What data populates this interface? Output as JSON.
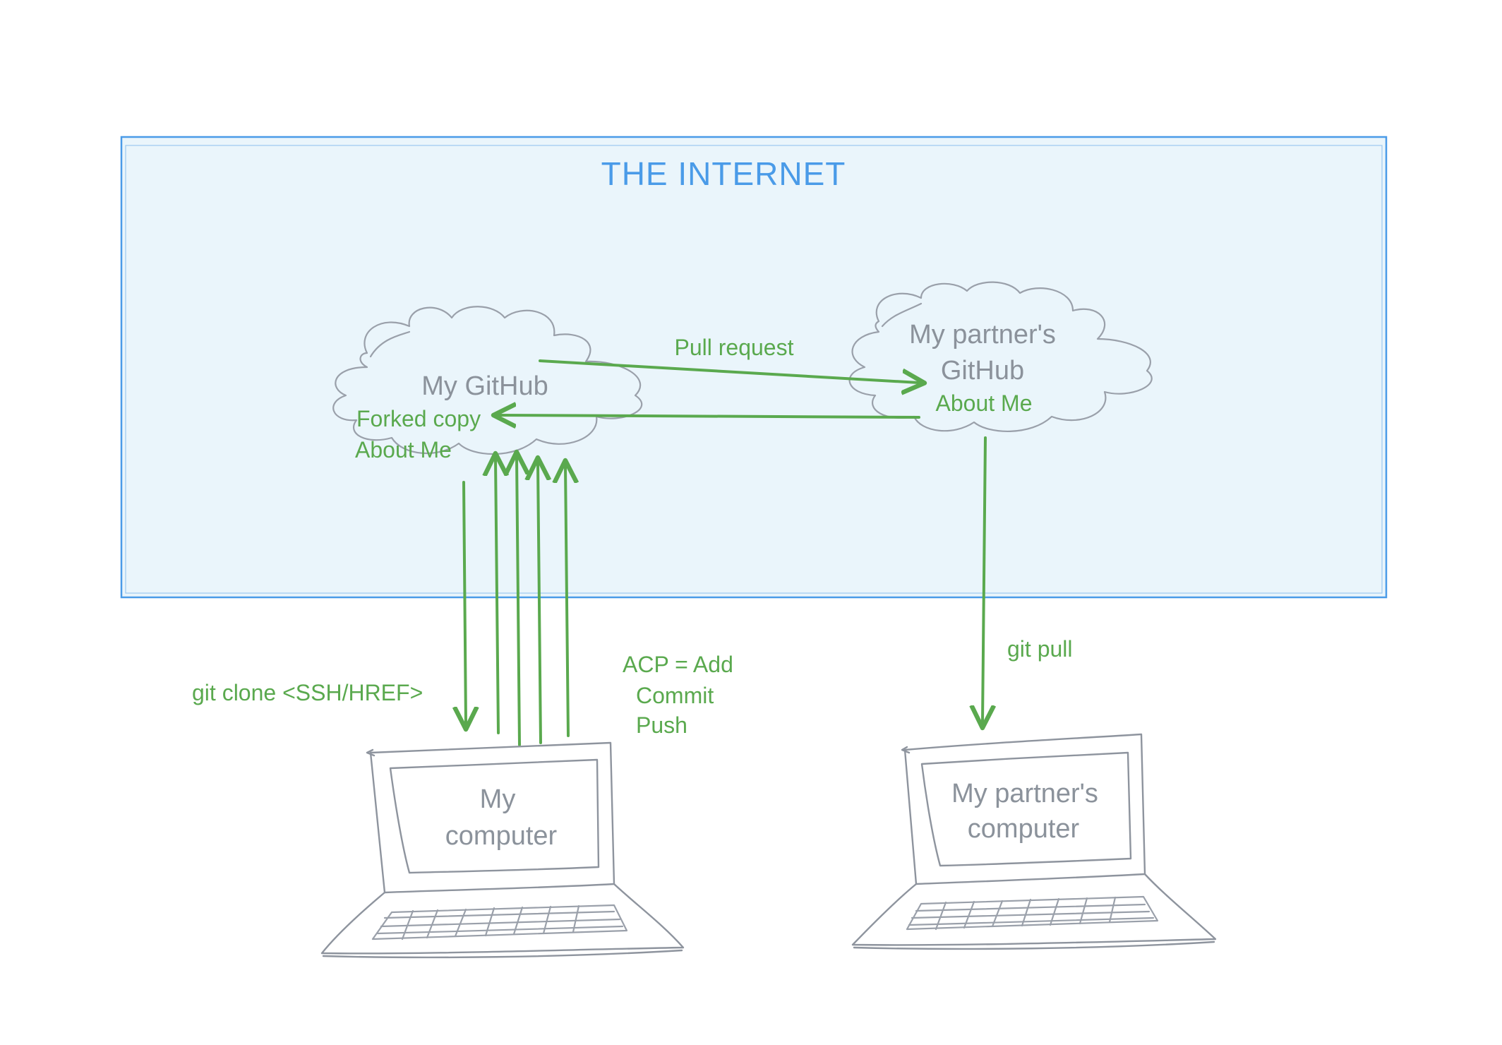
{
  "internet": {
    "title": "THE INTERNET",
    "fill_color": "#eaf5fb",
    "border_color": "#4a9be8"
  },
  "clouds": {
    "my_github": {
      "label": "My GitHub",
      "sub1": "Forked copy",
      "sub2": "About Me"
    },
    "partner_github": {
      "line1": "My partner's",
      "line2": "GitHub",
      "sub": "About Me"
    }
  },
  "computers": {
    "mine": {
      "line1": "My",
      "line2": "computer"
    },
    "partner": {
      "line1": "My partner's",
      "line2": "computer"
    }
  },
  "edges": {
    "pull_request": "Pull request",
    "git_clone": "git clone <SSH/HREF>",
    "acp_1": "ACP = Add",
    "acp_2": "Commit",
    "acp_3": "Push",
    "git_pull": "git pull"
  },
  "colors": {
    "arrow": "#5aa94e",
    "node_text": "#8b929b",
    "sketch": "#9aa0aa"
  }
}
